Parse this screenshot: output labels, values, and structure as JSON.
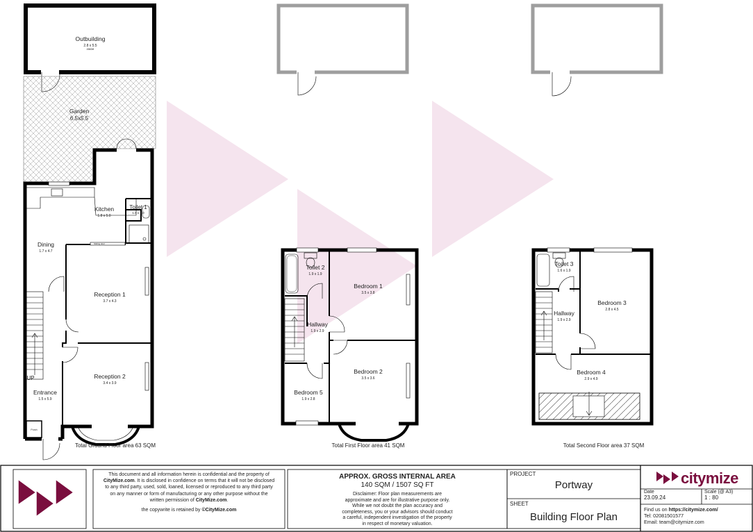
{
  "plan": {
    "ground": {
      "total": "Total Ground Floor area 63 SQM",
      "rooms": [
        {
          "name": "Outbuilding",
          "dims": "2.8 x 5.5",
          "sub": "4560M"
        },
        {
          "name": "Garden",
          "dims": "6.5x5.5"
        },
        {
          "name": "Kitchen",
          "dims": "1.8 x 5.0"
        },
        {
          "name": "Toilet 1",
          "dims": "1.0 x 1.0"
        },
        {
          "name": "Dining",
          "dims": "1.7 x 4.7"
        },
        {
          "name": "Reception 1",
          "dims": "3.7 x 4.3"
        },
        {
          "name": "Reception 2",
          "dims": "3.4 x 3.9"
        },
        {
          "name": "Entrance",
          "dims": "1.5 x 5.9"
        }
      ],
      "up_label": "UP",
      "porch_label": "Porch",
      "note": "Sliding door"
    },
    "first": {
      "total": "Total First Floor area 41 SQM",
      "rooms": [
        {
          "name": "Toilet 2",
          "dims": "1.9 x 1.9"
        },
        {
          "name": "Bedroom 1",
          "dims": "3.5 x 3.8"
        },
        {
          "name": "Hallway",
          "dims": "1.9 x 2.9"
        },
        {
          "name": "Bedroom 2",
          "dims": "3.5 x 3.6"
        },
        {
          "name": "Bedroom 5",
          "dims": "1.9 x 2.8"
        }
      ]
    },
    "second": {
      "total": "Total Second Floor area 37 SQM",
      "rooms": [
        {
          "name": "Toilet 3",
          "dims": "1.6 x 1.9"
        },
        {
          "name": "Bedroom 3",
          "dims": "2.8 x 4.5"
        },
        {
          "name": "Hallway",
          "dims": "1.9 x 2.9"
        },
        {
          "name": "Bedroom 4",
          "dims": "2.9 x 4.9"
        }
      ]
    }
  },
  "title_block": {
    "confidential": {
      "line1": "This document and all information herein is confidential and the property of",
      "line2_brand": "CityMize.com",
      "line2_rest": ". It is disclosed in confidence on terms that it will not be disclosed",
      "line3": "to any third party, used, sold, loaned, licensed or reproduced to any third party",
      "line4": "on any manner or form of manufacturing or any other purpose without the",
      "line5_pre": "written permission of ",
      "line5_brand": "CityMize.com",
      "line5_post": ".",
      "copyright_pre": "the copywrite is retained by ",
      "copyright_brand": "©CityMize.com"
    },
    "area": {
      "heading": "APPROX. GROSS INTERNAL AREA",
      "value": "140 SQM / 1507 SQ FT",
      "disclaimer": [
        "Disclaimer: Floor plan measurements are",
        "approximate and are for illustrative purpose only.",
        "While we not doubt the plan accuracy and",
        "completeness, you or your advisors should conduct",
        "a careful, independent investigation of the property",
        "in respect of monetary valuation."
      ]
    },
    "project": {
      "label": "PROJECT",
      "value": "Portway"
    },
    "sheet": {
      "label": "SHEET",
      "value": "Building Floor Plan"
    },
    "brand": {
      "name": "citymize",
      "color": "#7a0e3e"
    },
    "date": {
      "label": "Date",
      "value": "23.09.24"
    },
    "scale": {
      "label": "Scale (@ A3)",
      "value": "1 : 80"
    },
    "contact": {
      "find_pre": "Find us on ",
      "url": "https://citymize.com/",
      "tel": "Tel: 02081501577",
      "email": "Email: team@citymize.com"
    }
  },
  "colors": {
    "wall": "#000000",
    "ghost_wall": "#9e9e9e",
    "watermark": "#f5e4ee",
    "brand": "#7a0e3e"
  }
}
